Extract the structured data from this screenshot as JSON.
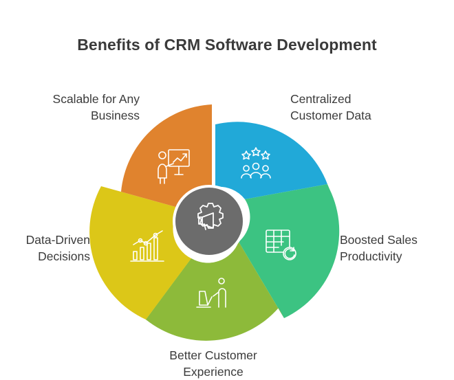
{
  "title": "Benefits of CRM Software Development",
  "segments": [
    {
      "key": "centralized",
      "lines": [
        "Centralized",
        "Customer Data"
      ],
      "color": "#21a9d8",
      "icon": "team-rating-icon"
    },
    {
      "key": "sales",
      "lines": [
        "Boosted Sales",
        "Productivity"
      ],
      "color": "#3cc382",
      "icon": "spreadsheet-refresh-icon"
    },
    {
      "key": "experience",
      "lines": [
        "Better Customer",
        "Experience"
      ],
      "color": "#8dba3a",
      "icon": "support-desk-icon"
    },
    {
      "key": "data",
      "lines": [
        "Data-Driven",
        "Decisions"
      ],
      "color": "#dcc718",
      "icon": "growth-chart-icon"
    },
    {
      "key": "scalable",
      "lines": [
        "Scalable for Any",
        "Business"
      ],
      "color": "#e0832e",
      "icon": "presentation-icon"
    }
  ],
  "center": {
    "color": "#6c6c6c",
    "icon": "megaphone-gear-icon"
  }
}
